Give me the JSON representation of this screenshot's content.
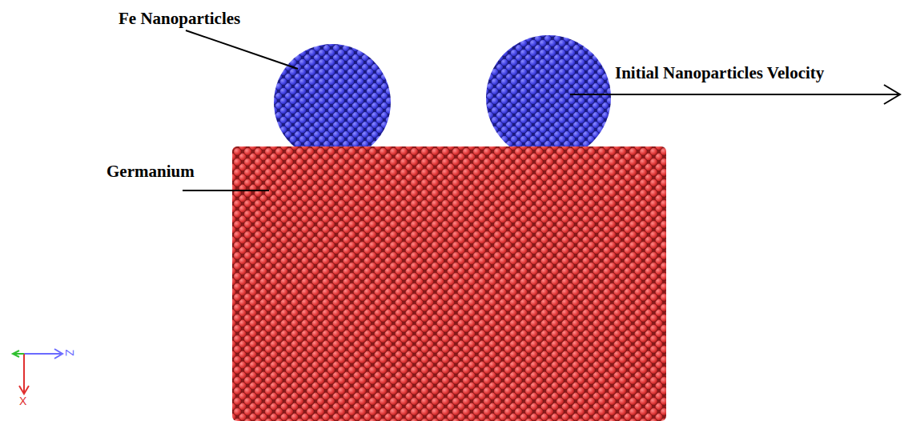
{
  "diagram": {
    "labels": [
      "Fe Nanoparticles",
      "Initial Nanoparticles Velocity",
      "Germanium",
      "Z",
      "X"
    ]
  }
}
